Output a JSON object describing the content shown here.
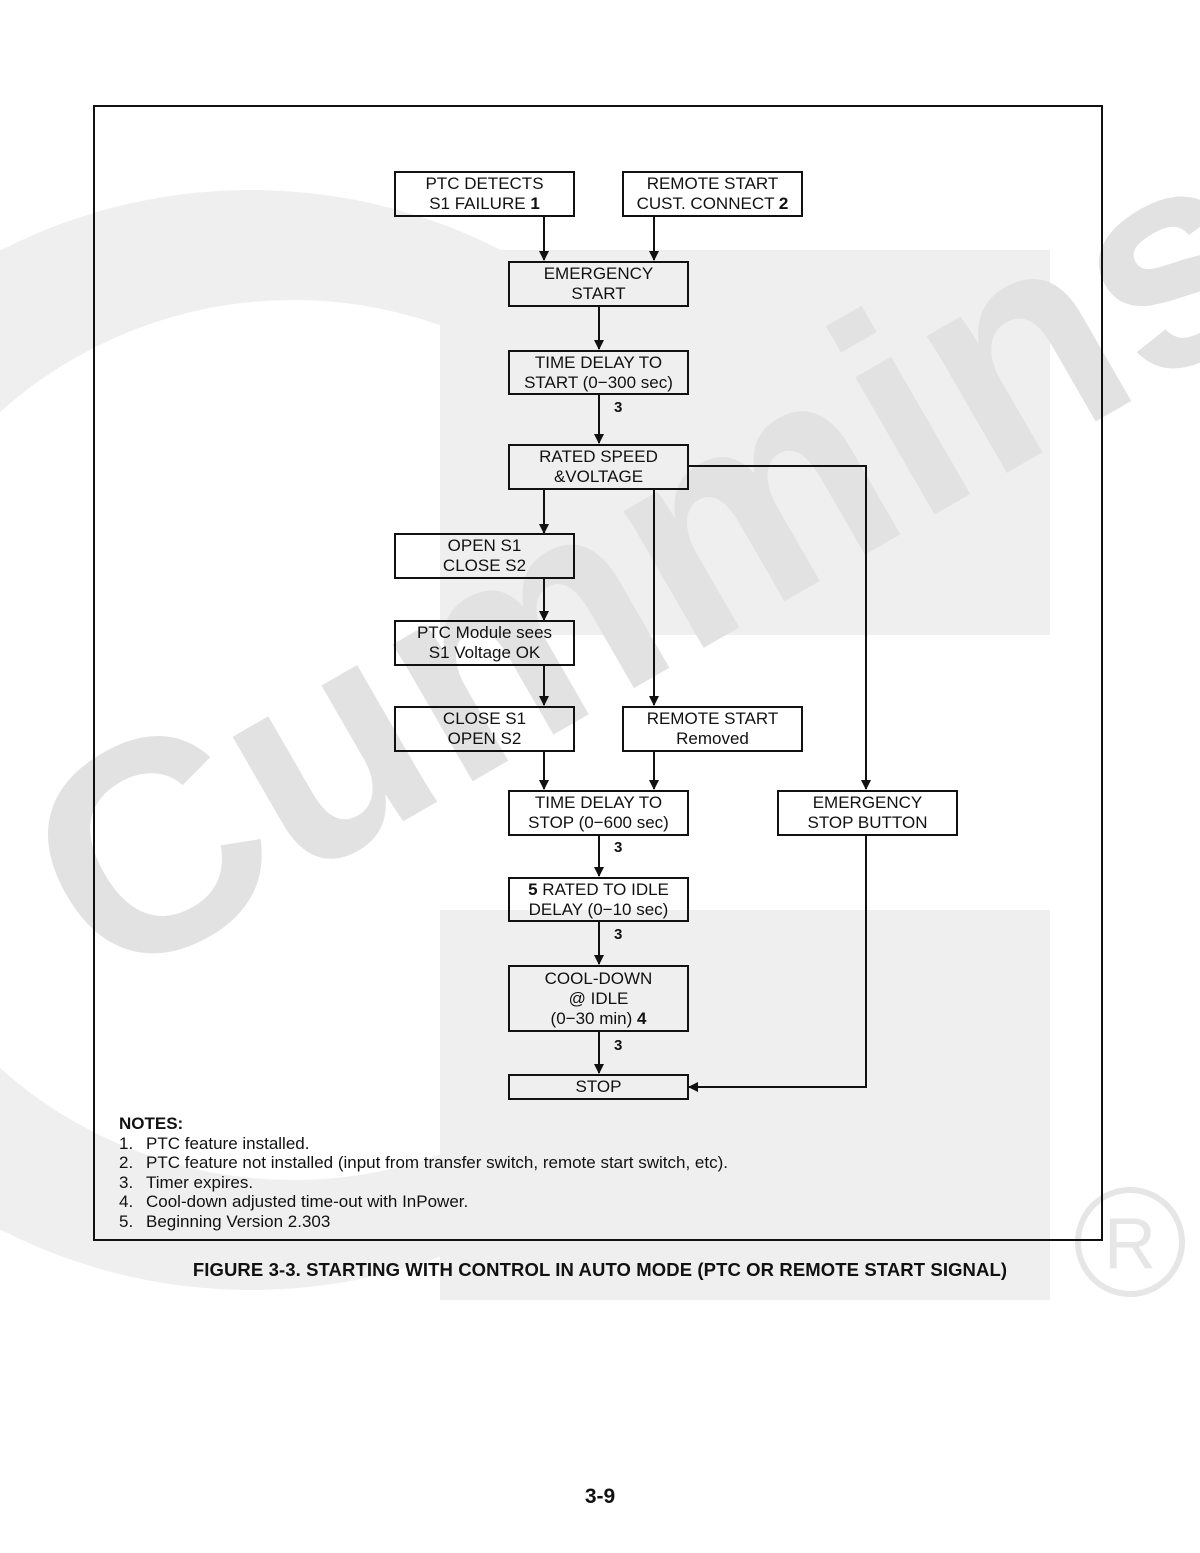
{
  "watermark": {
    "brand_text": "Cummins",
    "registered_mark": "R"
  },
  "boxes": {
    "ptc_detects": {
      "line1": "PTC DETECTS",
      "line2": "S1 FAILURE",
      "ref": "1"
    },
    "remote_start": {
      "line1": "REMOTE START",
      "line2": "CUST. CONNECT",
      "ref": "2"
    },
    "emergency_start": {
      "line1": "EMERGENCY",
      "line2": "START"
    },
    "time_delay_start": {
      "line1": "TIME DELAY TO",
      "line2": "START (0−300 sec)"
    },
    "rated_speed": {
      "line1": "RATED SPEED",
      "line2": "&VOLTAGE"
    },
    "open_s1": {
      "line1": "OPEN S1",
      "line2": "CLOSE S2"
    },
    "ptc_module": {
      "line1": "PTC Module sees",
      "line2": "S1 Voltage OK"
    },
    "close_s1": {
      "line1": "CLOSE S1",
      "line2": "OPEN S2"
    },
    "remote_removed": {
      "line1": "REMOTE START",
      "line2": "Removed"
    },
    "time_delay_stop": {
      "line1": "TIME DELAY TO",
      "line2": "STOP (0−600 sec)"
    },
    "emergency_stop": {
      "line1": "EMERGENCY",
      "line2": "STOP BUTTON"
    },
    "rated_idle": {
      "ref": "5",
      "line1": "RATED TO IDLE",
      "line2": "DELAY (0−10 sec)"
    },
    "cool_down": {
      "line1": "COOL-DOWN",
      "line2": "@ IDLE",
      "line3": "(0−30 min)",
      "ref": "4"
    },
    "stop": {
      "line1": "STOP"
    }
  },
  "edge_labels": {
    "a": "3",
    "b": "3",
    "c": "3",
    "d": "3"
  },
  "notes": {
    "title": "NOTES:",
    "items": [
      {
        "num": "1.",
        "text": "PTC feature installed."
      },
      {
        "num": "2.",
        "text": "PTC feature not installed (input from transfer switch, remote start switch, etc)."
      },
      {
        "num": "3.",
        "text": "Timer expires."
      },
      {
        "num": "4.",
        "text": "Cool-down adjusted time-out with InPower."
      },
      {
        "num": "5.",
        "text": "Beginning Version 2.303"
      }
    ]
  },
  "caption": "FIGURE 3-3. STARTING WITH CONTROL IN AUTO MODE (PTC OR REMOTE START SIGNAL)",
  "page_number": "3-9",
  "colors": {
    "line": "#111111",
    "watermark": "#efefef"
  }
}
